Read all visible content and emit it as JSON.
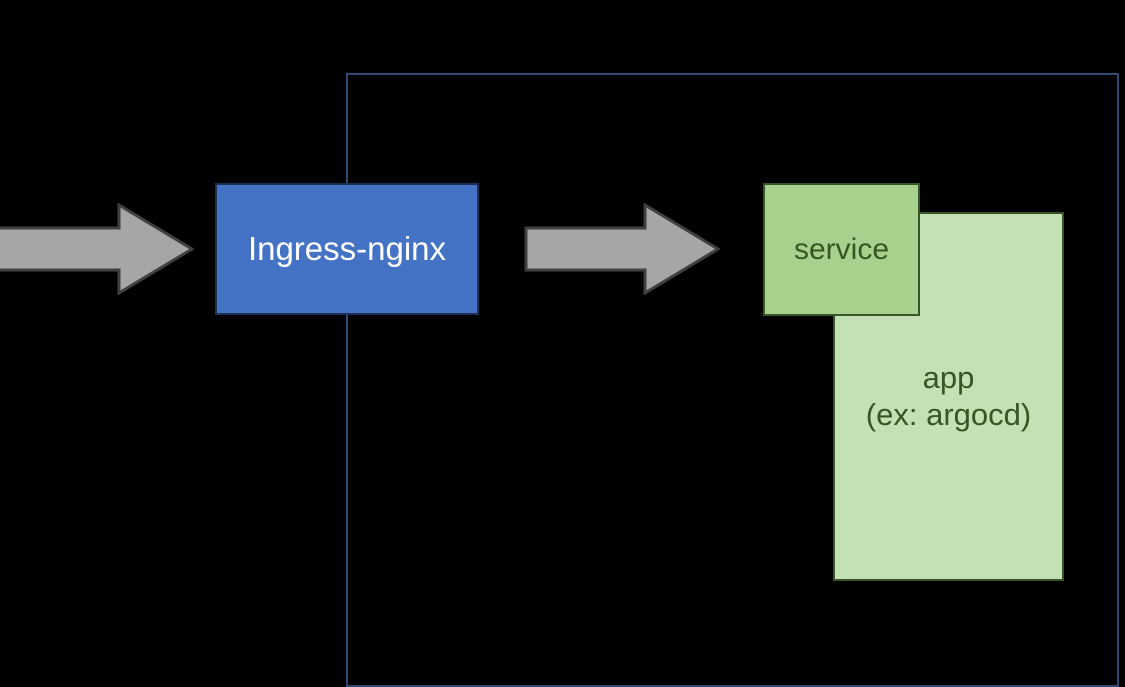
{
  "diagram": {
    "title": "Ingress-nginx routing to in-cluster service and app",
    "background_color": "#000000",
    "cluster": {
      "name": "kubernetes-cluster-boundary",
      "border_color": "#2E4A73"
    },
    "nodes": [
      {
        "id": "ingress",
        "label": "Ingress-nginx",
        "fill": "#4472C4",
        "stroke": "#1F2F56",
        "text_color": "#FFFFFF"
      },
      {
        "id": "service",
        "label": "service",
        "fill": "#A9D18E",
        "stroke": "#375623",
        "text_color": "#375623"
      },
      {
        "id": "app",
        "label_line1": "app",
        "label_line2": "(ex: argocd)",
        "fill": "#C5E0B4",
        "stroke": "#375623",
        "text_color": "#375623"
      }
    ],
    "arrows": [
      {
        "id": "inbound-traffic-arrow",
        "from": "external",
        "to": "ingress",
        "fill": "#A6A6A6",
        "stroke": "#404040"
      },
      {
        "id": "ingress-to-service-arrow",
        "from": "ingress",
        "to": "service",
        "fill": "#A6A6A6",
        "stroke": "#404040"
      }
    ]
  }
}
